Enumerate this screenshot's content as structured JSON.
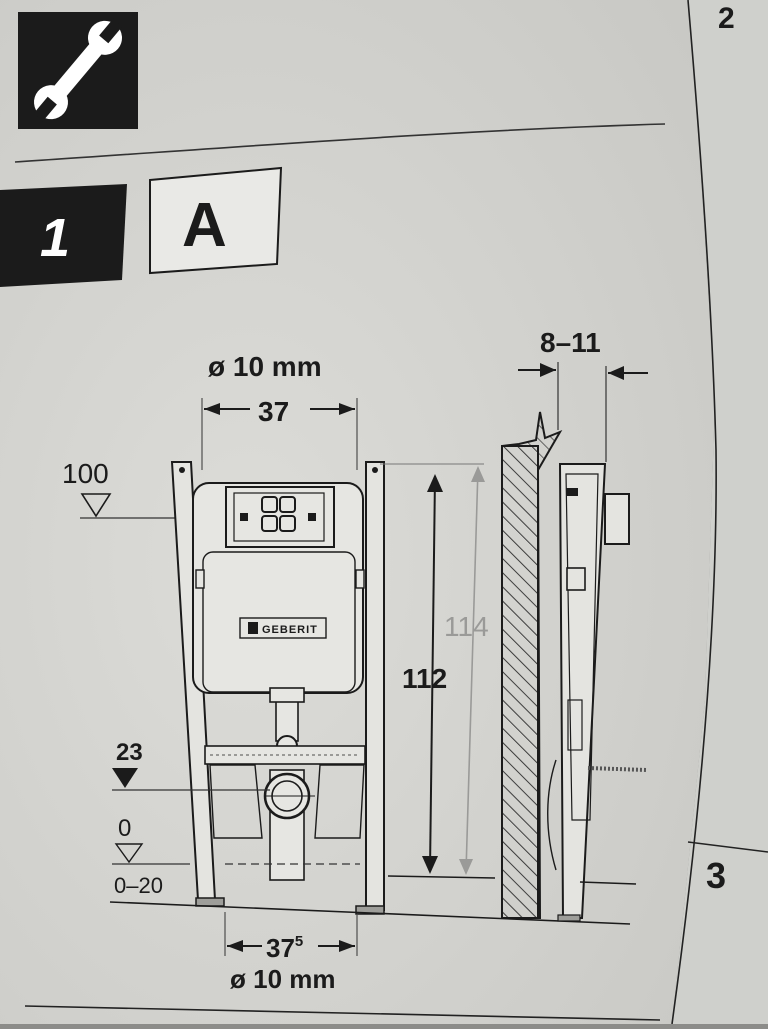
{
  "page": {
    "page_number_top": "2",
    "page_number_bottom": "3",
    "step_number": "1",
    "variant_label": "A"
  },
  "icons": {
    "tool_icon": "wrench-icon"
  },
  "front_view": {
    "top_diameter": "ø 10 mm",
    "top_width": "37",
    "bottom_width": "37",
    "bottom_width_sup": "5",
    "bottom_diameter": "ø 10 mm",
    "level_100": "100",
    "level_23": "23",
    "level_0": "0",
    "level_range": "0–20",
    "height_112": "112",
    "height_114": "114",
    "brand": "GEBERIT"
  },
  "side_view": {
    "wall_gap": "8–11"
  },
  "colors": {
    "paper": "#e6e6e2",
    "ink": "#1b1b1b",
    "grey_dim": "#9a9a98"
  }
}
